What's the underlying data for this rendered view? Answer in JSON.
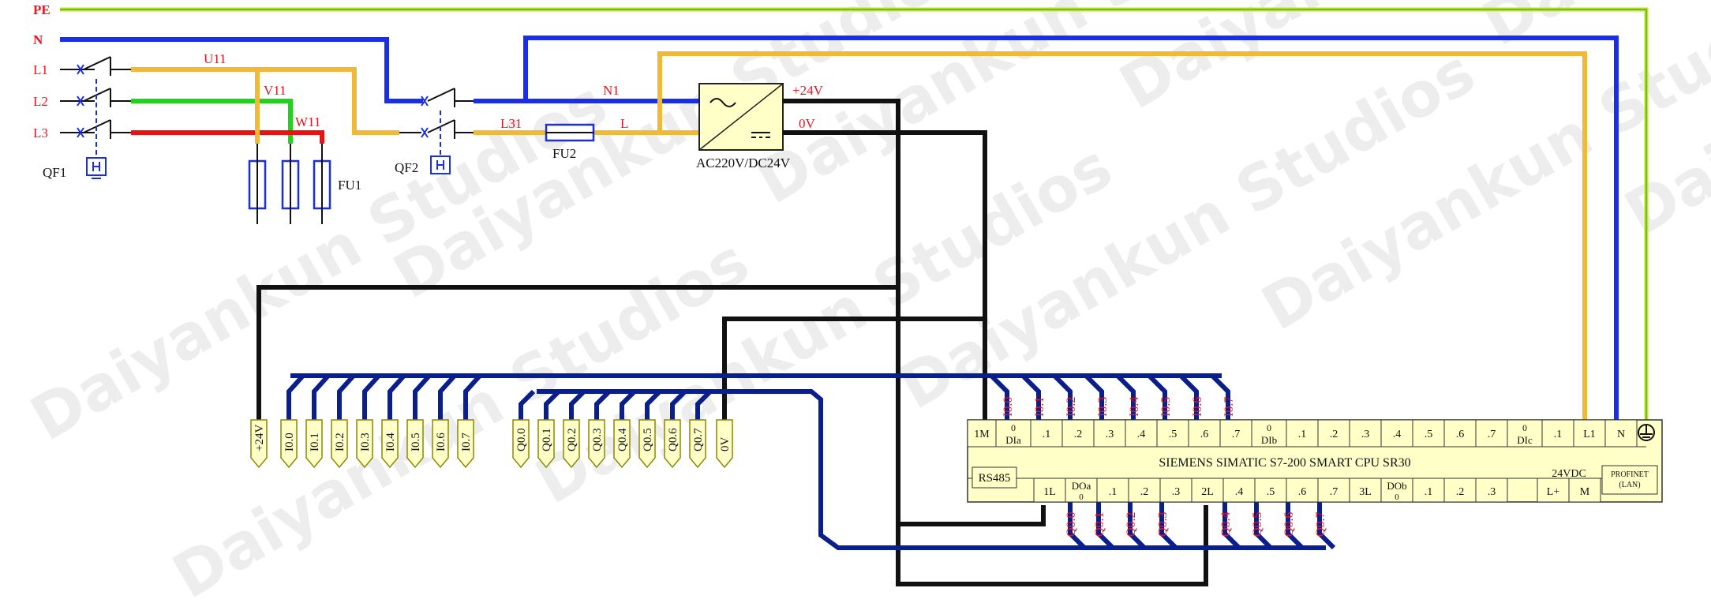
{
  "colors": {
    "pe": "#c9e21a",
    "n": "#1a2ee8",
    "l1": "#f0b93a",
    "l2": "#22d31c",
    "l3": "#ee1111",
    "control": "#111111",
    "signal": "#0b1f8c",
    "plc_fill": "#ffffc8",
    "label_red": "#e8141e"
  },
  "watermark": "Daiyankun Studios",
  "supply": {
    "pe": "PE",
    "n": "N",
    "l1": "L1",
    "l2": "L2",
    "l3": "L3",
    "u11": "U11",
    "v11": "V11",
    "w11": "W11",
    "qf1": "QF1",
    "fu1": "FU1",
    "qf2": "QF2",
    "l31": "L31",
    "fu2": "FU2",
    "n1": "N1",
    "l": "L",
    "psu_out_pos": "+24V",
    "psu_out_neg": "0V",
    "psu_label": "AC220V/DC24V"
  },
  "terminals_in": [
    "+24V",
    "I0.0",
    "I0.1",
    "I0.2",
    "I0.3",
    "I0.4",
    "I0.5",
    "I0.6",
    "I0.7"
  ],
  "terminals_out": [
    "Q0.0",
    "Q0.1",
    "Q0.2",
    "Q0.3",
    "Q0.4",
    "Q0.5",
    "Q0.6",
    "Q0.7",
    "0V"
  ],
  "plc": {
    "title": "SIEMENS SIMATIC S7-200 SMART CPU SR30",
    "top_cells": [
      "1M",
      "DIa",
      "0",
      ".1",
      ".2",
      ".3",
      ".4",
      ".5",
      ".6",
      ".7",
      "DIb",
      "0",
      ".1",
      ".2",
      ".3",
      ".4",
      ".5",
      ".6",
      ".7",
      "DIc",
      "0",
      ".1",
      "L1",
      "N"
    ],
    "top_labels": [
      "I0.0",
      "I0.1",
      "I0.2",
      "I0.3",
      "I0.4",
      "I0.5",
      "I0.6",
      "I0.7"
    ],
    "bottom_cells": [
      "1L",
      "DOa",
      "0",
      ".1",
      ".2",
      ".3",
      "2L",
      ".4",
      ".5",
      ".6",
      ".7",
      "3L",
      "DOb",
      "0",
      ".1",
      ".2",
      ".3",
      "L+",
      "M"
    ],
    "bottom_labels": [
      "Q0.0",
      "Q0.1",
      "Q0.2",
      "Q0.3",
      "Q0.4",
      "Q0.5",
      "Q0.6",
      "Q0.7"
    ],
    "rs485": "RS485",
    "supply_label": "24VDC",
    "profinet": "PROFINET",
    "lan": "(LAN)"
  }
}
